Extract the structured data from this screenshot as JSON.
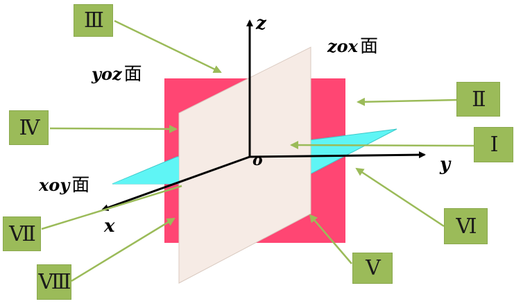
{
  "axes": {
    "z": "z",
    "y": "y",
    "x": "x",
    "origin": "o"
  },
  "planes": {
    "zox": {
      "name": "zox",
      "suffix": "面"
    },
    "yoz": {
      "name": "yoz",
      "suffix": "面"
    },
    "xoy": {
      "name": "xoy",
      "suffix": "面"
    }
  },
  "octants": [
    "Ⅰ",
    "Ⅱ",
    "Ⅲ",
    "Ⅳ",
    "Ⅴ",
    "Ⅵ",
    "Ⅶ",
    "Ⅷ"
  ],
  "colors": {
    "xoz_plane": "#ff4673",
    "yoz_plane": "#f6ebe5",
    "xoy_plane": "#5ff5f5",
    "label_box": "#9bbb59",
    "leader_line": "#9bbb59"
  }
}
